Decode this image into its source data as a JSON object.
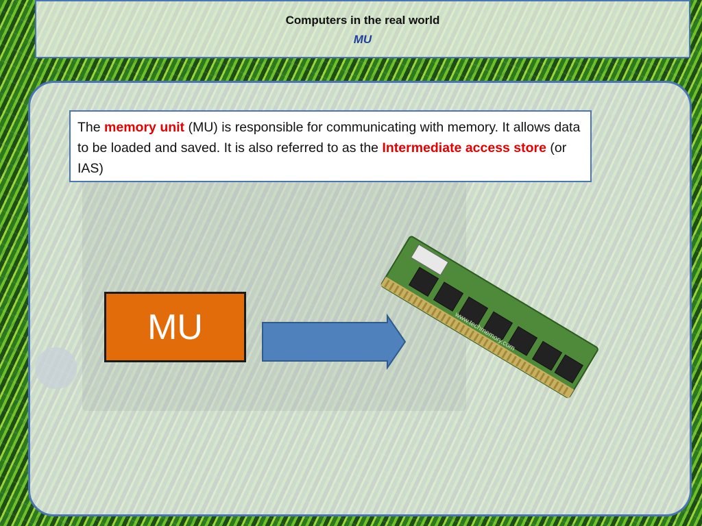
{
  "slide": {
    "title": "Computers in the real world",
    "subtitle": "MU"
  },
  "description": {
    "p1": "The ",
    "term1": "memory unit",
    "p2": " (MU) is responsible for communicating with memory.  It allows data to be loaded and saved. It is also referred to as the ",
    "term2": "Intermediate access store",
    "p3": " (or IAS)"
  },
  "diagram": {
    "box_label": "MU",
    "ram_image_text": "www.techmemory.com"
  },
  "colors": {
    "highlight": "#e60000",
    "box_fill": "#e36c0a",
    "arrow_fill": "#4f81bd",
    "border_blue": "#4a74b6"
  }
}
